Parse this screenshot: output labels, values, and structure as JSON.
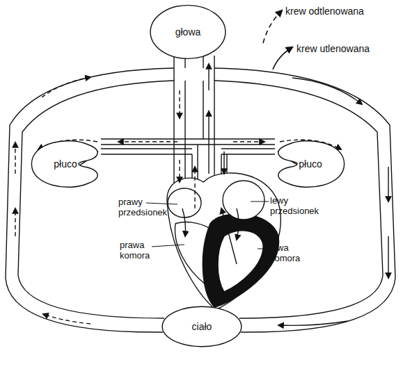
{
  "diagram": {
    "nodes": [
      {
        "text": [
          "głowa"
        ]
      },
      {
        "text": [
          "płuco"
        ]
      },
      {
        "text": [
          "płuco"
        ]
      },
      {
        "text": [
          "ciało"
        ]
      }
    ],
    "labels": [
      "prawy przedsionek",
      "prawa komora",
      "lewy przedsionek",
      "lewa komora"
    ],
    "legend": [
      {
        "text": "krew odtlenowana"
      },
      {
        "text": "krew utlenowana"
      }
    ]
  }
}
